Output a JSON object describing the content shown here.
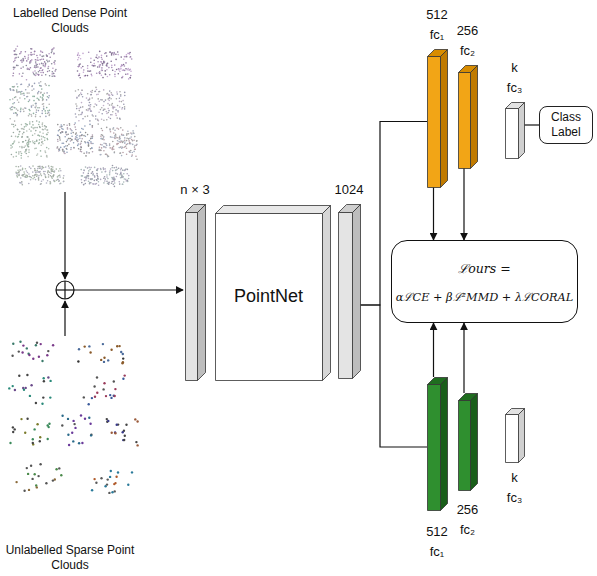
{
  "diagram": {
    "nodes": [
      {
        "text": [
          "n × 3"
        ]
      },
      {
        "text": [
          "PointNet"
        ]
      },
      {
        "text": [
          "1024"
        ]
      },
      {
        "text": [
          "512",
          "fc₁"
        ]
      },
      {
        "text": [
          "256",
          "fc₂"
        ]
      },
      {
        "text": [
          "k",
          "fc₃"
        ]
      },
      {
        "text": [
          "Class Label"
        ]
      },
      {
        "text": [
          "ℒours =",
          "αℒCE + βℒ²MMD + λℒCORAL"
        ]
      },
      {
        "text": [
          "512",
          "fc₁"
        ]
      },
      {
        "text": [
          "256",
          "fc₂"
        ]
      },
      {
        "text": [
          "k",
          "fc₃"
        ]
      }
    ],
    "edges": [
      {
        "from": 2,
        "to": 3,
        "arrow": "none"
      },
      {
        "from": 2,
        "to": 8,
        "arrow": "none"
      },
      {
        "from": 3,
        "to": 7,
        "arrow": "to"
      },
      {
        "from": 4,
        "to": 7,
        "arrow": "to"
      },
      {
        "from": 8,
        "to": 7,
        "arrow": "to"
      },
      {
        "from": 9,
        "to": 7,
        "arrow": "to"
      },
      {
        "from": 5,
        "to": 6,
        "arrow": "none"
      }
    ],
    "labels": [
      "Labelled Dense Point Clouds",
      "Unlabelled Sparse Point Clouds"
    ]
  }
}
